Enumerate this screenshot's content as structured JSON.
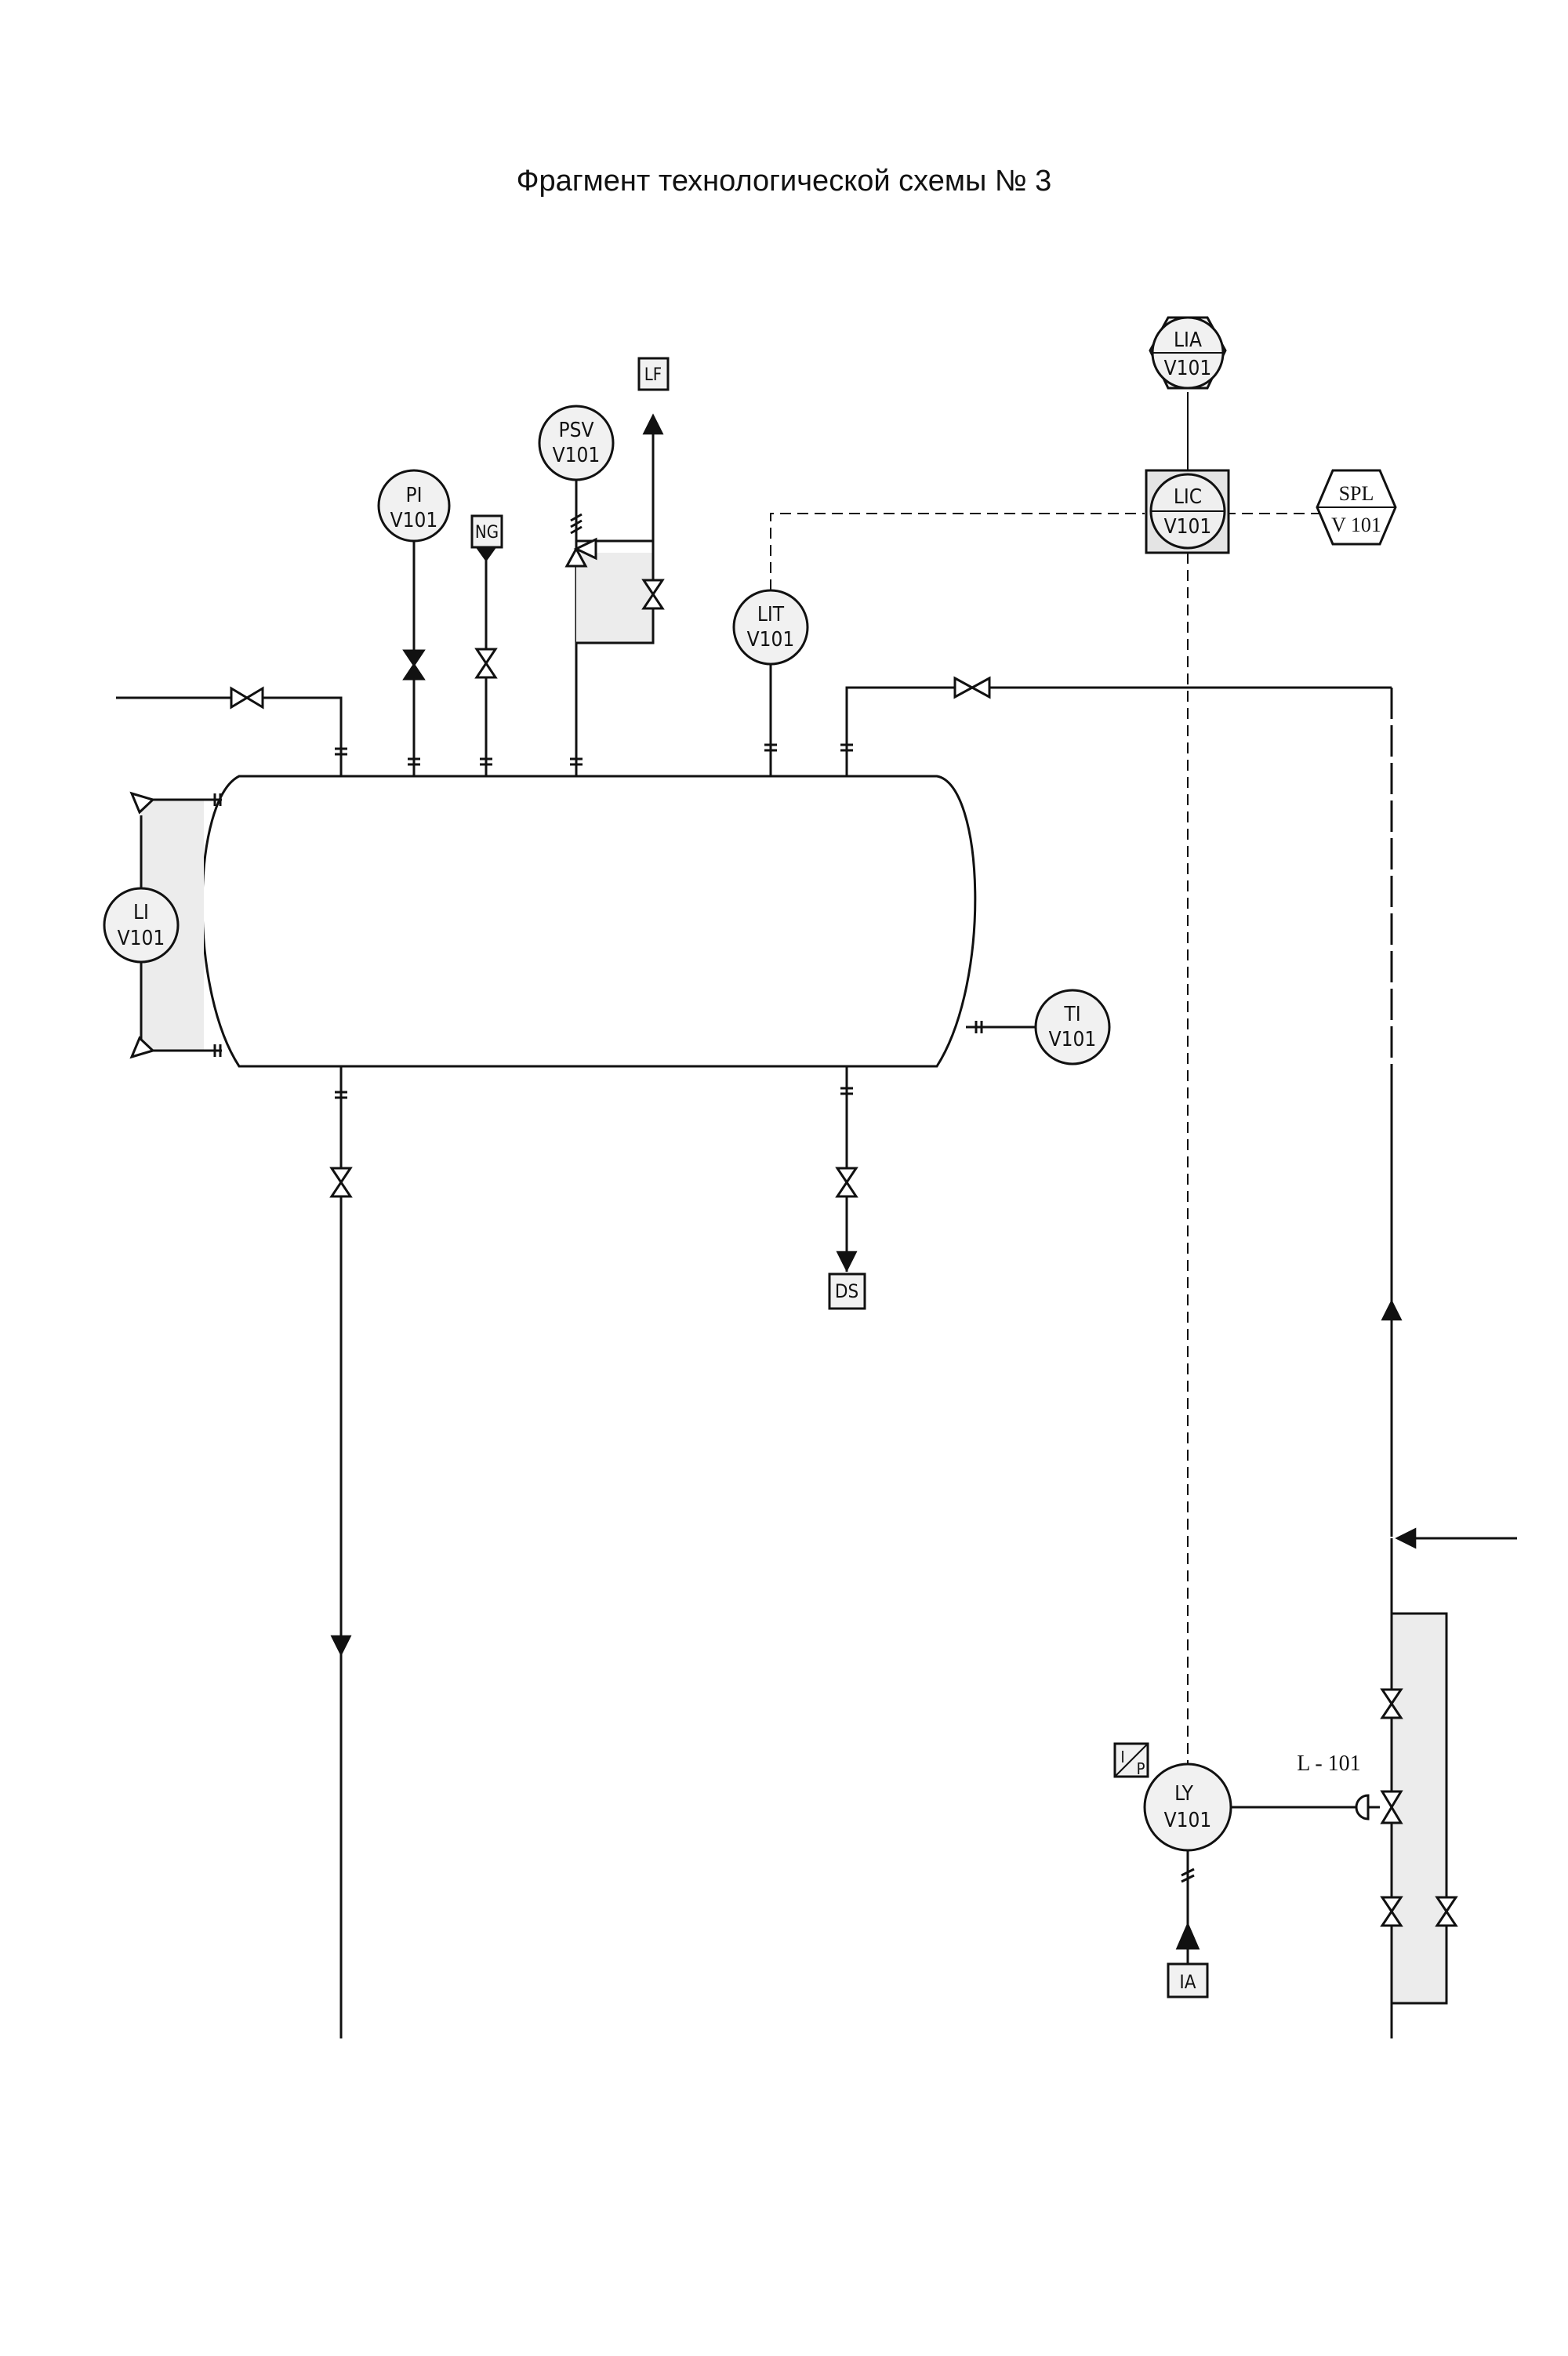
{
  "title": "Фрагмент технологической схемы № 3",
  "instruments": {
    "pi": {
      "tag": "PI",
      "num": "V101"
    },
    "psv": {
      "tag": "PSV",
      "num": "V101"
    },
    "lit": {
      "tag": "LIT",
      "num": "V101"
    },
    "li": {
      "tag": "LI",
      "num": "V101"
    },
    "ti": {
      "tag": "TI",
      "num": "V101"
    },
    "lia": {
      "tag": "LIA",
      "num": "V101"
    },
    "lic": {
      "tag": "LIC",
      "num": "V101"
    },
    "spl": {
      "tag": "SPL",
      "num": "V 101"
    },
    "ly": {
      "tag": "LY",
      "num": "V101"
    },
    "ip": {
      "top": "I",
      "bottom": "P"
    }
  },
  "utilities": {
    "ng": "NG",
    "lf": "LF",
    "ds": "DS",
    "ia": "IA"
  },
  "valve_tag": "L - 101"
}
